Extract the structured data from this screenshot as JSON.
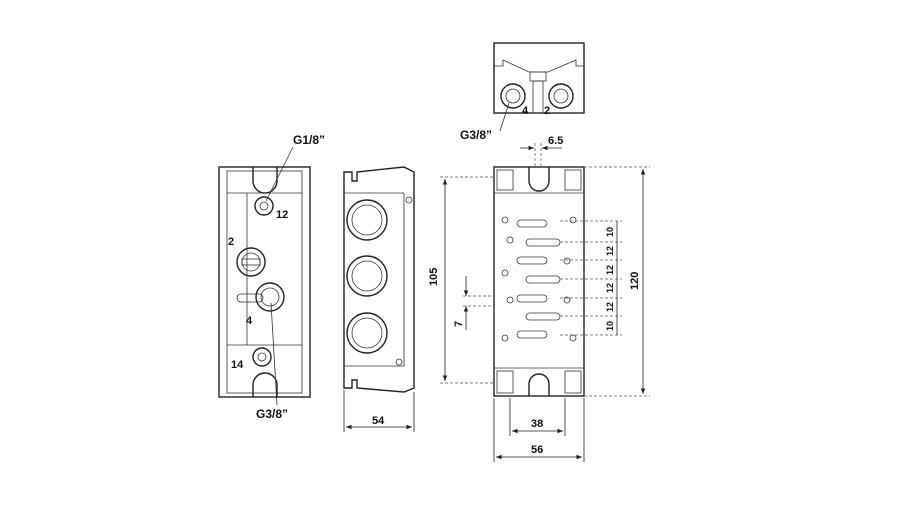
{
  "labels": {
    "thread_g18": "G1/8”",
    "thread_g38_left": "G3/8”",
    "thread_g38_top": "G3/8”",
    "port_12": "12",
    "port_2": "2",
    "port_4": "4",
    "port_14": "14",
    "top_port_4": "4",
    "top_port_2": "2"
  },
  "dimensions": {
    "d_6_5": "6.5",
    "d_105": "105",
    "d_120": "120",
    "d_7": "7",
    "d_54": "54",
    "d_38": "38",
    "d_56": "56",
    "pitch_1": "10",
    "pitch_2": "12",
    "pitch_3": "12",
    "pitch_4": "12",
    "pitch_5": "12",
    "pitch_6": "10"
  }
}
